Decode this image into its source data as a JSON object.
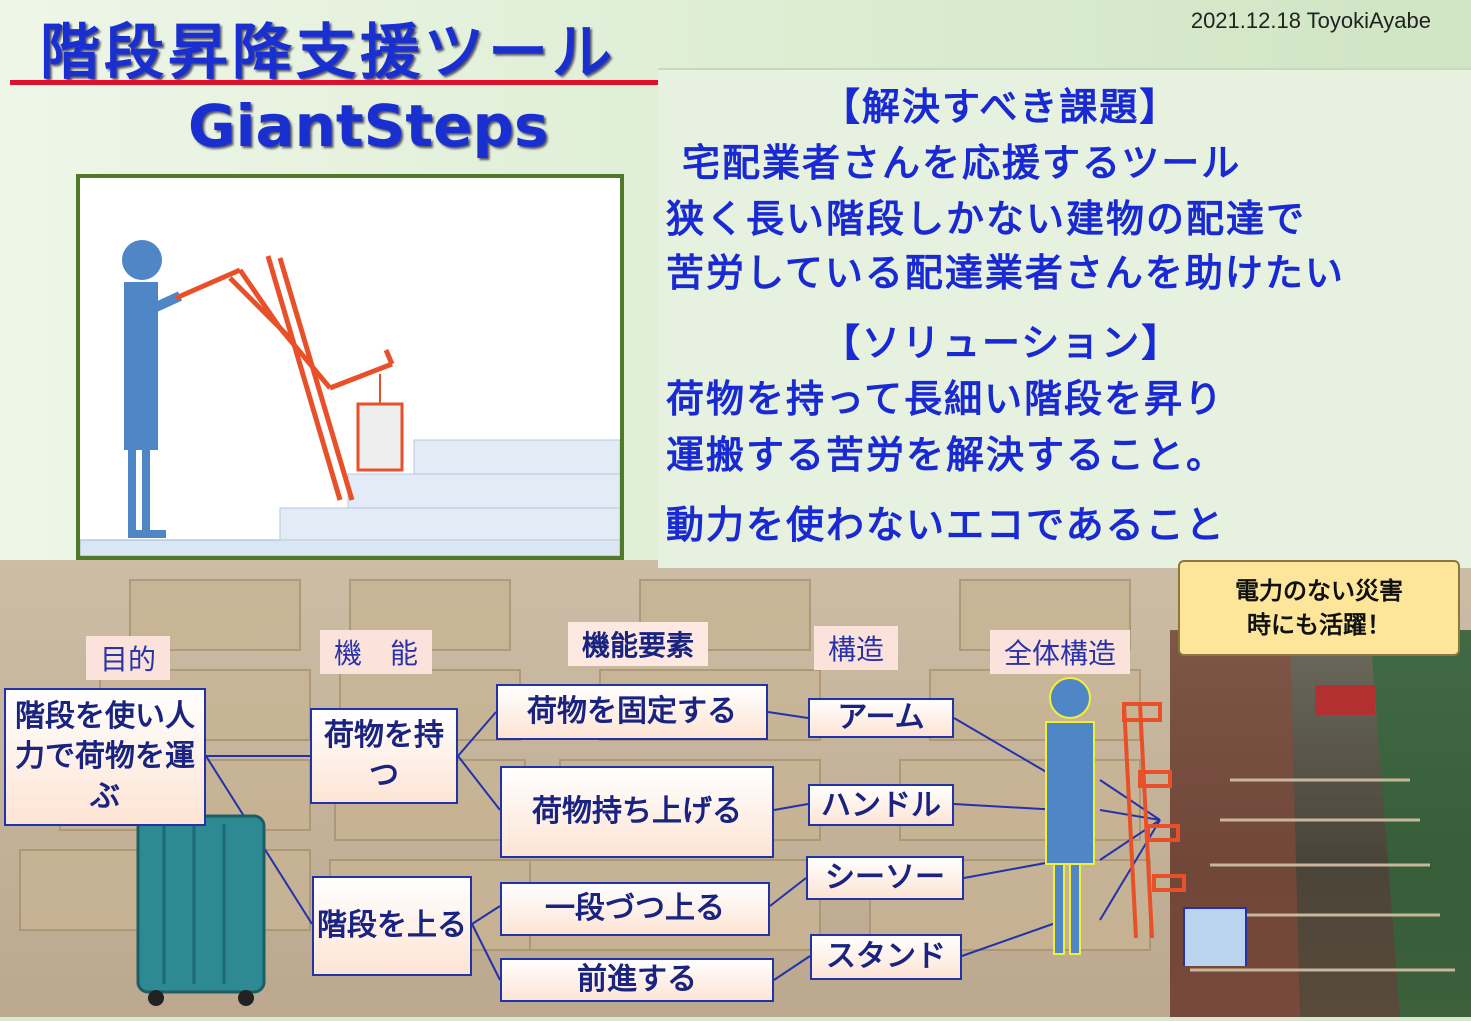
{
  "header": {
    "title": "階段昇降支援ツール",
    "subtitle": "GiantSteps",
    "date": "2021.12.18 ToyokiAyabe"
  },
  "panel": {
    "lines": [
      "【解決すべき課題】",
      "宅配業者さんを応援するツール",
      "狭く長い階段しかない建物の配達で",
      "苦労している配達業者さんを助けたい",
      "【ソリューション】",
      "荷物を持って長細い階段を昇り",
      "運搬する苦労を解決すること。",
      "動力を使わないエコであること"
    ]
  },
  "callout": {
    "line1": "電力のない災害",
    "line2": "時にも活躍！"
  },
  "columns": {
    "purpose": "目的",
    "function": "機　能",
    "elements": "機能要素",
    "structure": "構造",
    "overall": "全体構造"
  },
  "boxes": {
    "purpose": "階段を使い人力で荷物を運ぶ",
    "func1": "荷物を持つ",
    "func2": "階段を上る",
    "el1": "荷物を固定する",
    "el2": "荷物持ち上げる",
    "el3": "一段づつ上る",
    "el4": "前進する",
    "st1": "アーム",
    "st2": "ハンドル",
    "st3": "シーソー",
    "st4": "スタンド"
  },
  "colors": {
    "title": "#1a2fd0",
    "text": "#1a2ad2",
    "box_border": "#2233aa",
    "frame": "#4e7a2a",
    "arm": "#e8502a",
    "figure": "#4f86c6"
  }
}
